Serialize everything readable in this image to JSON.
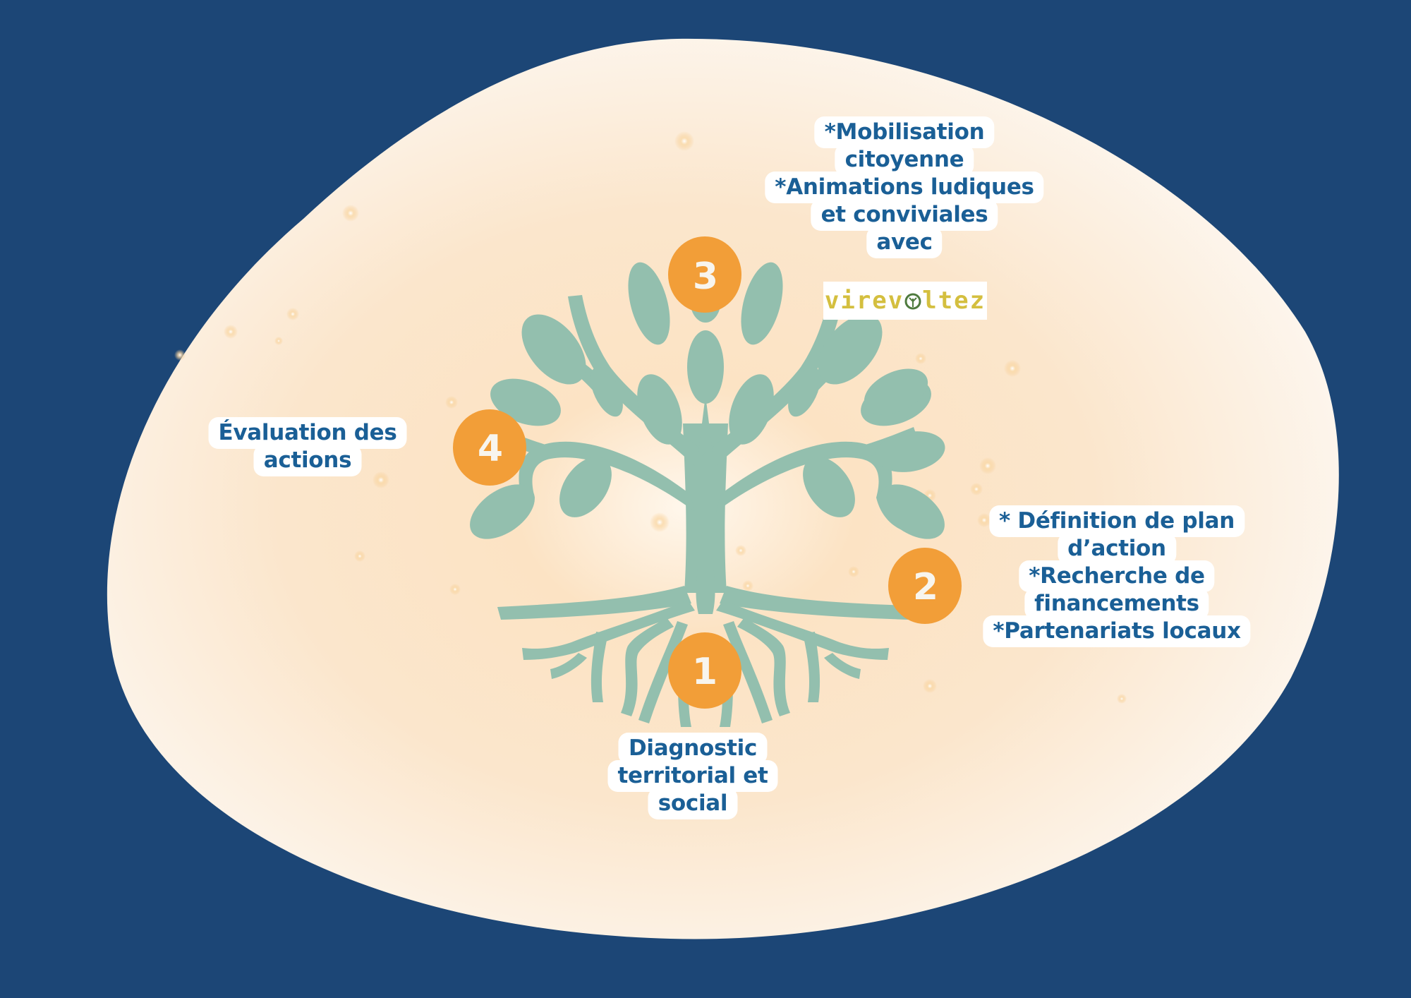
{
  "colors": {
    "background": "#1C4676",
    "blob": "#FDF4EA",
    "glow": "#F9D6A6",
    "tree": "#93BFAE",
    "step_circle": "#F29E38",
    "step_number": "#F8F5EE",
    "text": "#1A5F96",
    "logo": "#D4BF3F"
  },
  "steps": [
    {
      "number": "1",
      "lines": [
        "Diagnostic",
        "territorial et",
        "social"
      ]
    },
    {
      "number": "2",
      "lines": [
        "* Définition de plan",
        "d’action",
        "*Recherche de",
        "financements",
        "*Partenariats locaux"
      ]
    },
    {
      "number": "3",
      "lines": [
        "*Mobilisation",
        "citoyenne",
        "*Animations ludiques",
        "et conviviales",
        "avec"
      ]
    },
    {
      "number": "4",
      "lines": [
        "Évaluation des",
        "actions"
      ]
    }
  ],
  "logo": {
    "name": "virevoltez",
    "text_before": "virev",
    "text_after": "ltez",
    "icon": "tree-emblem-icon"
  }
}
